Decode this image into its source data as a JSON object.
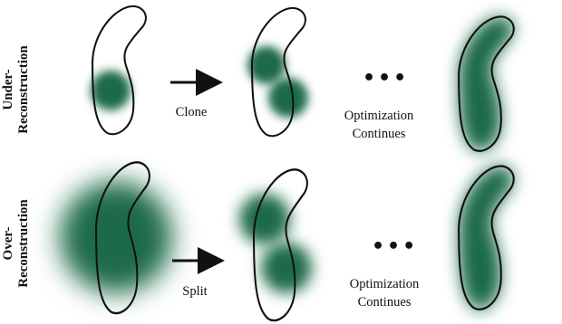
{
  "rows": [
    {
      "label_line1": "Under-",
      "label_line2": "Reconstruction",
      "operation": "Clone",
      "ellipsis": "•••",
      "caption_line1": "Optimization",
      "caption_line2": "Continues"
    },
    {
      "label_line1": "Over-",
      "label_line2": "Reconstruction",
      "operation": "Split",
      "ellipsis": "•••",
      "caption_line1": "Optimization",
      "caption_line2": "Continues"
    }
  ],
  "colors": {
    "gaussian": "#1e6a48",
    "outline": "#111111"
  }
}
